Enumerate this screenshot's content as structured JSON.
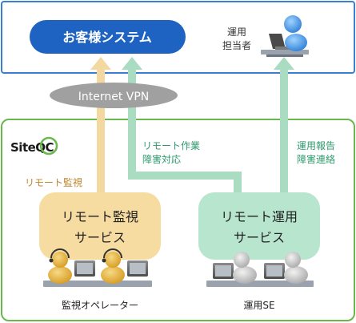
{
  "customer_system": {
    "label": "お客様システム"
  },
  "ops_staff": {
    "label_line1": "運用",
    "label_line2": "担当者"
  },
  "internet_vpn": {
    "label": "Internet VPN"
  },
  "site_qc_logo": {
    "text": "SiteQC"
  },
  "labels": {
    "remote_work_line1": "リモート作業",
    "remote_work_line2": "障害対応",
    "ops_report_line1": "運用報告",
    "ops_report_line2": "障害連絡",
    "remote_monitoring": "リモート監視"
  },
  "monitoring_service": {
    "line1": "リモート監視",
    "line2": "サービス"
  },
  "ops_service": {
    "line1": "リモート運用",
    "line2": "サービス"
  },
  "operators": {
    "monitoring": "監視オペレーター",
    "ops_se": "運用SE"
  },
  "colors": {
    "blue_border": "#3a7fd0",
    "blue_pill": "#1f63c2",
    "green_border": "#69b84c",
    "orange_arrow": "#f3d9a0",
    "orange_text": "#c0872e",
    "green_arrow": "#a9dcc1",
    "green_text": "#2e9a6e",
    "vpn_ellipse": "#a0a0a0",
    "yellow_box": "#f6dca0",
    "teal_box": "#b7e5cd"
  }
}
